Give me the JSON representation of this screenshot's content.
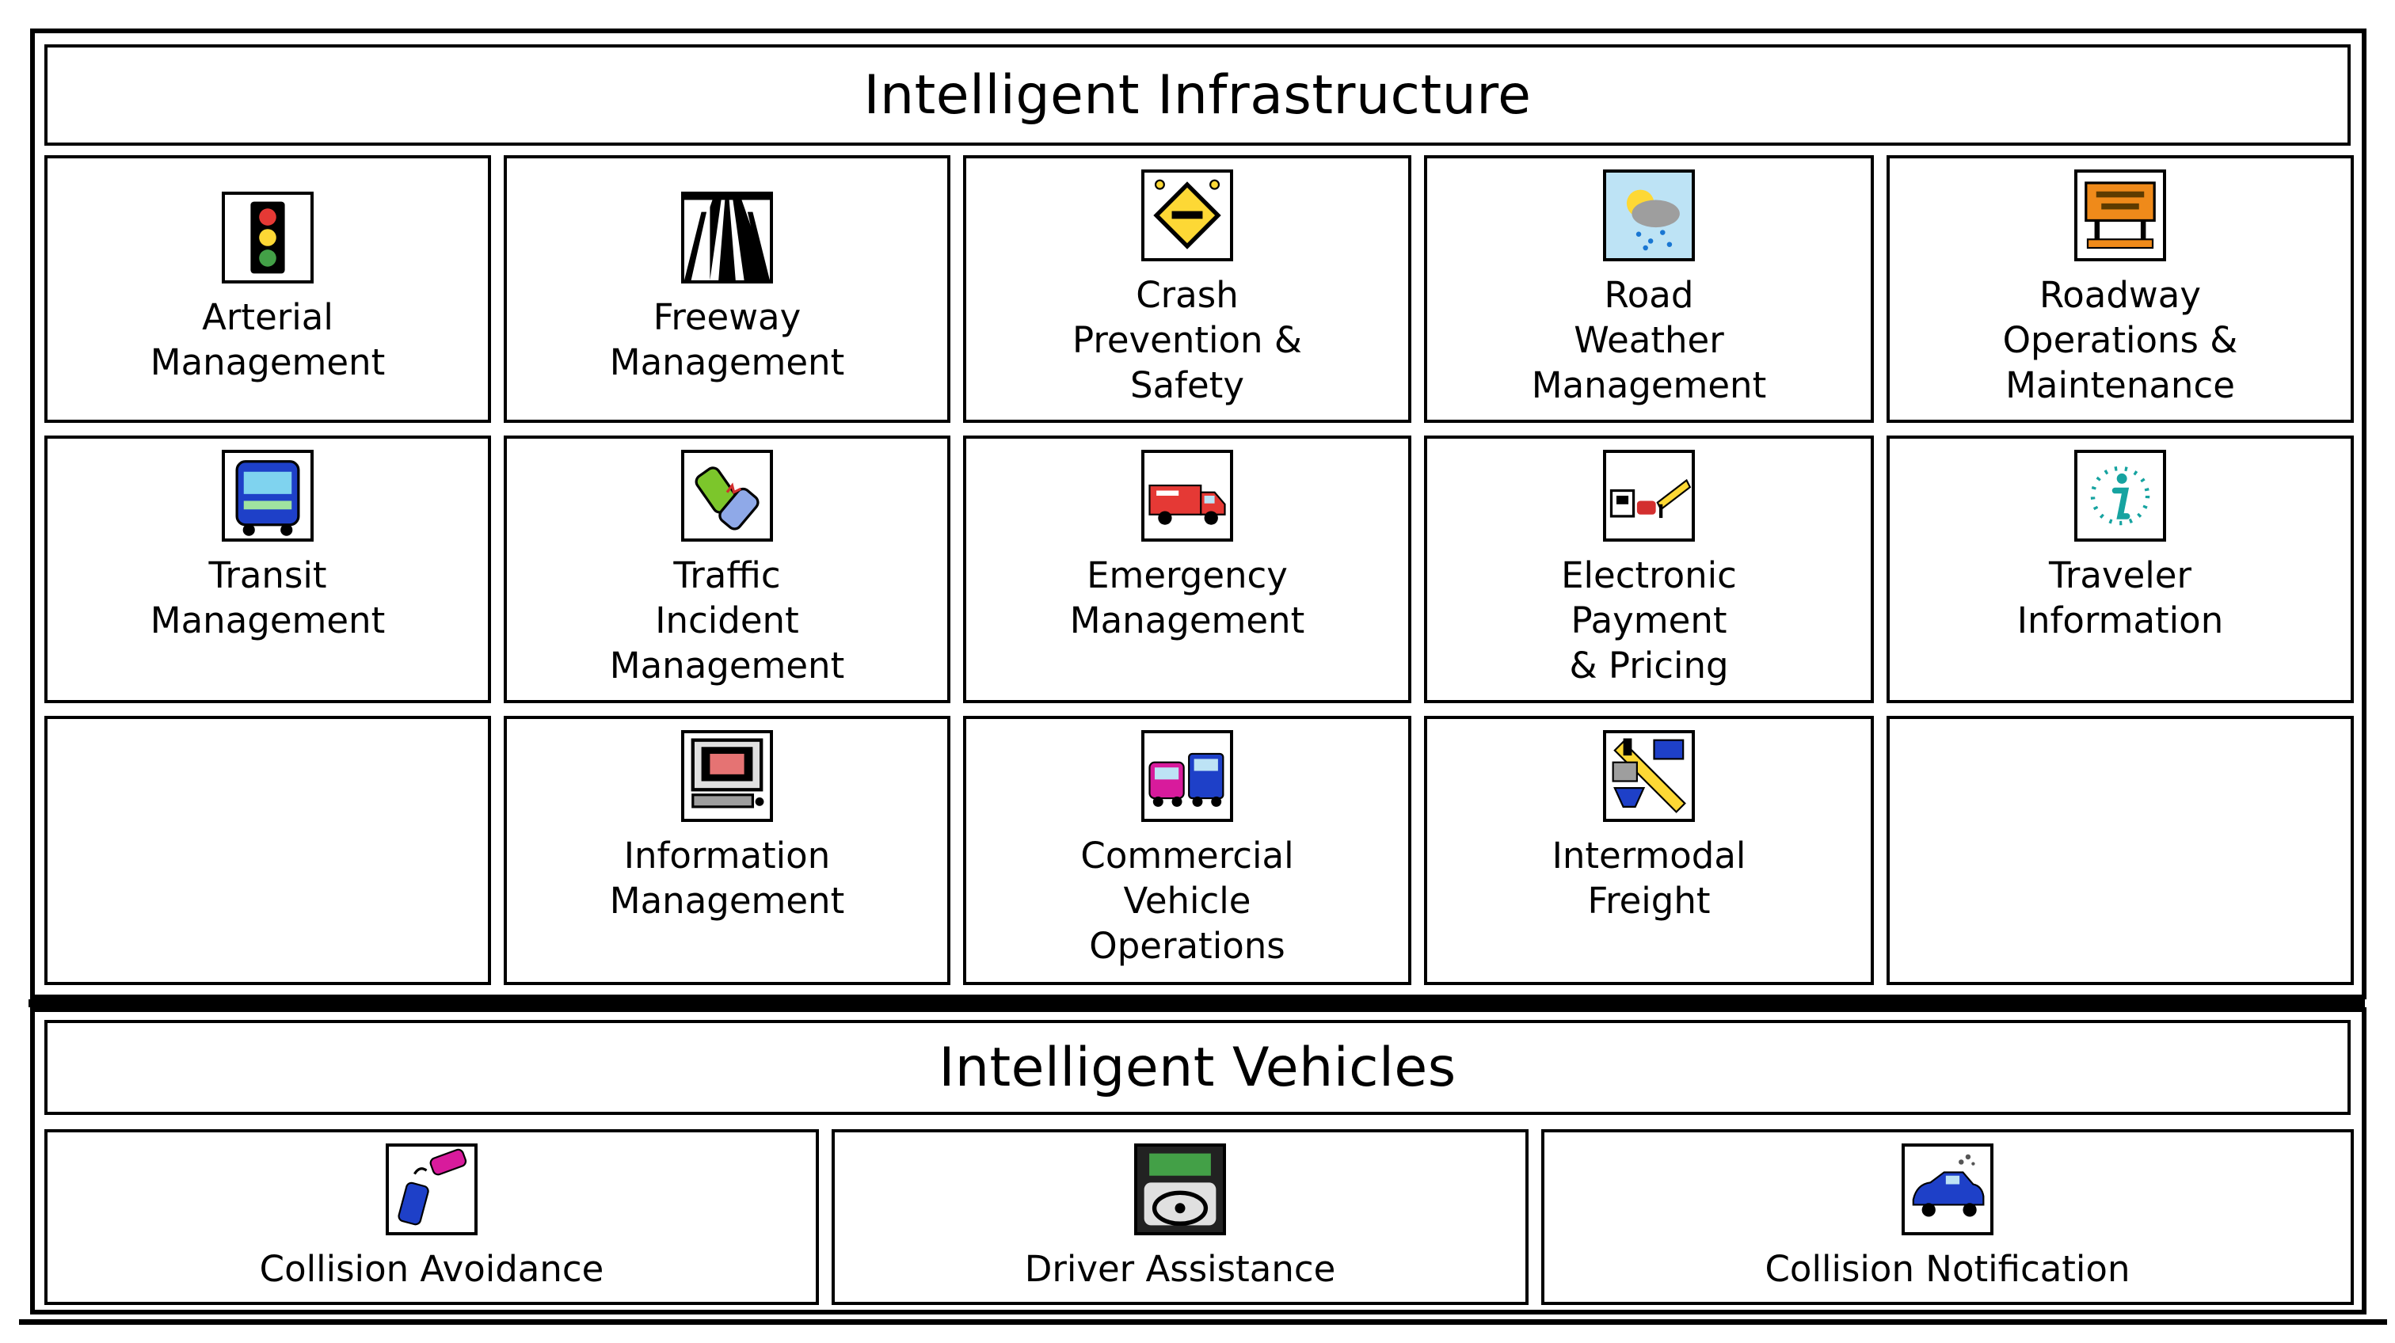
{
  "infrastructure": {
    "title": "Intelligent Infrastructure",
    "cells": [
      {
        "label": "Arterial\nManagement",
        "icon": "traffic-light-icon"
      },
      {
        "label": "Freeway\nManagement",
        "icon": "freeway-icon"
      },
      {
        "label": "Crash\nPrevention &\nSafety",
        "icon": "warning-sign-icon"
      },
      {
        "label": "Road\nWeather\nManagement",
        "icon": "weather-icon"
      },
      {
        "label": "Roadway\nOperations &\nMaintenance",
        "icon": "work-zone-sign-icon"
      },
      {
        "label": "Transit\nManagement",
        "icon": "bus-icon"
      },
      {
        "label": "Traffic\nIncident\nManagement",
        "icon": "crashed-cars-icon"
      },
      {
        "label": "Emergency\nManagement",
        "icon": "emergency-vehicle-icon"
      },
      {
        "label": "Electronic\nPayment\n& Pricing",
        "icon": "toll-booth-icon"
      },
      {
        "label": "Traveler\nInformation",
        "icon": "info-icon"
      },
      {
        "label": "",
        "icon": ""
      },
      {
        "label": "Information\nManagement",
        "icon": "computer-icon"
      },
      {
        "label": "Commercial\nVehicle\nOperations",
        "icon": "trucks-icon"
      },
      {
        "label": "Intermodal\nFreight",
        "icon": "intermodal-icon"
      },
      {
        "label": "",
        "icon": ""
      }
    ]
  },
  "vehicles": {
    "title": "Intelligent Vehicles",
    "cells": [
      {
        "label": "Collision Avoidance",
        "icon": "collision-icon"
      },
      {
        "label": "Driver Assistance",
        "icon": "dashboard-icon"
      },
      {
        "label": "Collision Notification",
        "icon": "crashed-car-icon"
      }
    ]
  },
  "colors": {
    "border": "#000000",
    "background": "#ffffff"
  }
}
